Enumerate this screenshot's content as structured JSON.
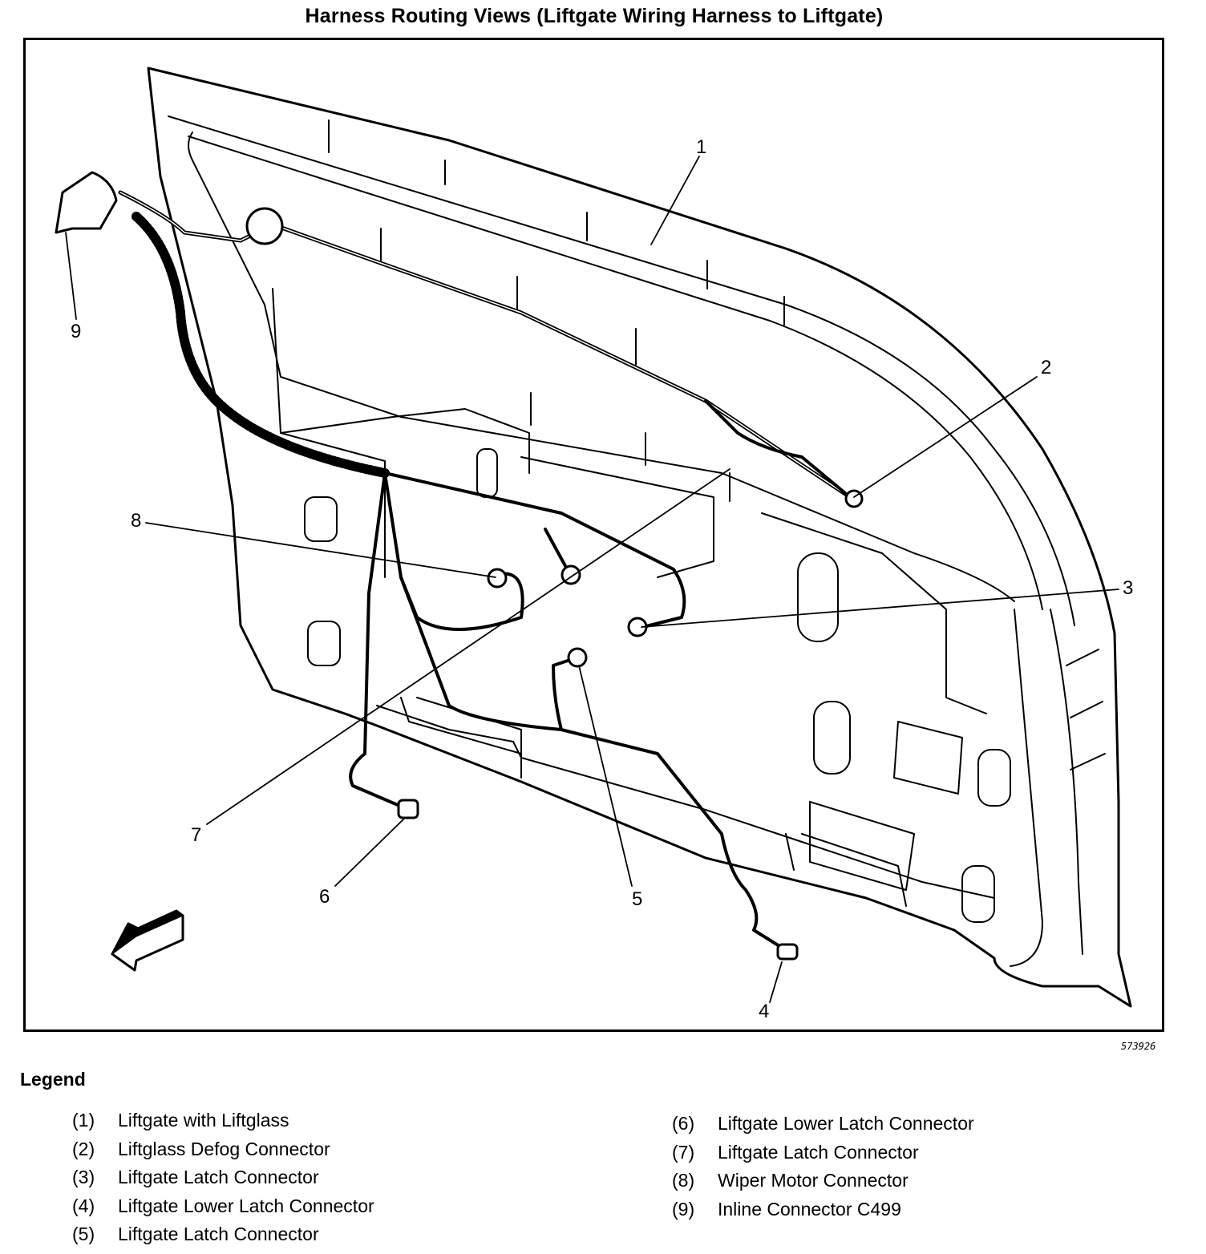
{
  "title": "Harness Routing Views (Liftgate Wiring Harness to Liftgate)",
  "figure_id": "573926",
  "callouts": [
    {
      "number": "1",
      "component": "Liftgate with Liftglass"
    },
    {
      "number": "2",
      "component": "Liftglass Defog Connector"
    },
    {
      "number": "3",
      "component": "Liftgate Latch Connector"
    },
    {
      "number": "4",
      "component": "Liftgate Lower Latch Connector"
    },
    {
      "number": "5",
      "component": "Liftgate Latch Connector"
    },
    {
      "number": "6",
      "component": "Liftgate Lower Latch Connector"
    },
    {
      "number": "7",
      "component": "Liftgate Latch Connector"
    },
    {
      "number": "8",
      "component": "Wiper Motor Connector"
    },
    {
      "number": "9",
      "component": "Inline Connector C499"
    }
  ],
  "orientation_icon": "vehicle-front-arrow-icon",
  "legend": {
    "heading": "Legend",
    "left_column": [
      {
        "num": "(1)",
        "label": "Liftgate with Liftglass"
      },
      {
        "num": "(2)",
        "label": "Liftglass Defog Connector"
      },
      {
        "num": "(3)",
        "label": "Liftgate Latch Connector"
      },
      {
        "num": "(4)",
        "label": "Liftgate Lower Latch Connector"
      },
      {
        "num": "(5)",
        "label": "Liftgate Latch Connector"
      }
    ],
    "right_column": [
      {
        "num": "(6)",
        "label": "Liftgate Lower Latch Connector"
      },
      {
        "num": "(7)",
        "label": "Liftgate Latch Connector"
      },
      {
        "num": "(8)",
        "label": "Wiper Motor Connector"
      },
      {
        "num": "(9)",
        "label": "Inline Connector C499"
      }
    ]
  }
}
